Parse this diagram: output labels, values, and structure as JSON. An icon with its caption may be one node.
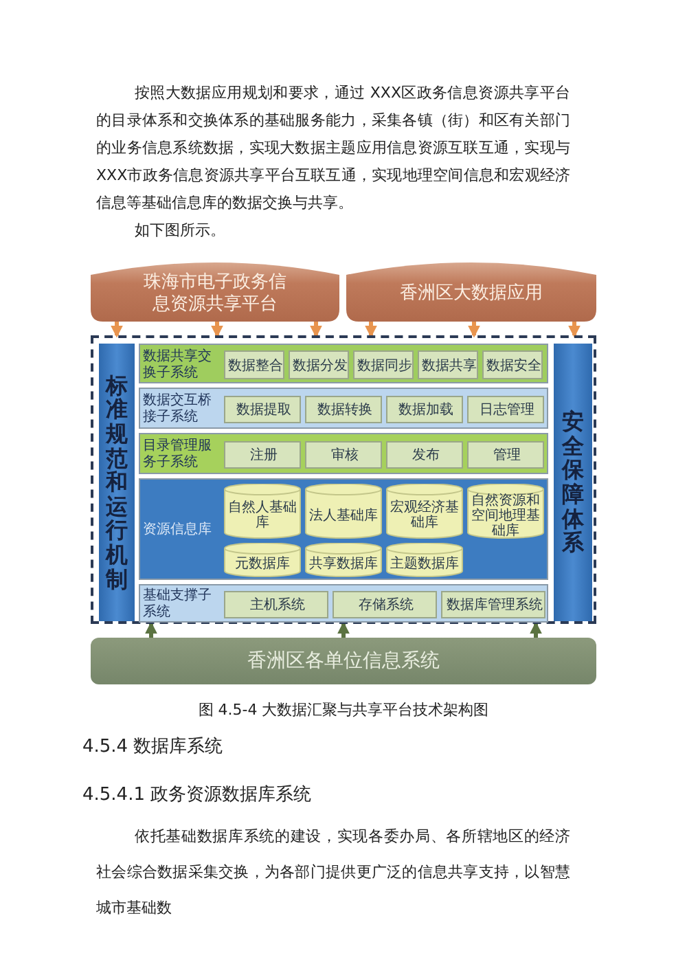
{
  "diagram": {
    "caption": "图 4.5-4 大数据汇聚与共享平台技术架构图",
    "nodes": [
      {
        "text": [
          "珠海市电子政务信息资源共享平台"
        ]
      },
      {
        "text": [
          "香洲区大数据应用"
        ]
      },
      {
        "text": [],
        "shape": "box"
      },
      {
        "text": [
          "标准规范和运行机制"
        ],
        "in": 2
      },
      {
        "text": [
          "数据共享交换子系统"
        ],
        "in": 2
      },
      {
        "text": [
          "数据整合"
        ],
        "in": 4
      },
      {
        "text": [
          "数据分发"
        ],
        "in": 4
      },
      {
        "text": [
          "数据同步"
        ],
        "in": 4
      },
      {
        "text": [
          "数据共享"
        ],
        "in": 4
      },
      {
        "text": [
          "数据安全"
        ],
        "in": 4
      },
      {
        "text": [
          "数据交互桥接子系统"
        ],
        "in": 2
      },
      {
        "text": [
          "数据提取"
        ],
        "in": 10
      },
      {
        "text": [
          "数据转换"
        ],
        "in": 10
      },
      {
        "text": [
          "数据加载"
        ],
        "in": 10
      },
      {
        "text": [
          "日志管理"
        ],
        "in": 10
      },
      {
        "text": [
          "目录管理服务子系统"
        ],
        "in": 2
      },
      {
        "text": [
          "注册"
        ],
        "in": 15
      },
      {
        "text": [
          "审核"
        ],
        "in": 15
      },
      {
        "text": [
          "发布"
        ],
        "in": 15
      },
      {
        "text": [
          "管理"
        ],
        "in": 15
      },
      {
        "text": [
          "资源信息库"
        ],
        "in": 2
      },
      {
        "text": [
          "自然人基础库"
        ],
        "in": 20
      },
      {
        "text": [
          "法人基础库"
        ],
        "in": 20
      },
      {
        "text": [
          "宏观经济基础库"
        ],
        "in": 20
      },
      {
        "text": [
          "自然资源和空间地理基础库"
        ],
        "in": 20
      },
      {
        "text": [
          "元数据库"
        ],
        "in": 20
      },
      {
        "text": [
          "共享数据库"
        ],
        "in": 20
      },
      {
        "text": [
          "主题数据库"
        ],
        "in": 20
      },
      {
        "text": [
          "基础支撑子系统"
        ],
        "in": 2
      },
      {
        "text": [
          "主机系统"
        ],
        "in": 28
      },
      {
        "text": [
          "存储系统"
        ],
        "in": 28
      },
      {
        "text": [
          "数据库管理系统"
        ],
        "in": 28
      },
      {
        "text": [
          "安全保障体系"
        ],
        "in": 2
      },
      {
        "text": [
          "香洲区各单位信息系统"
        ]
      }
    ],
    "edges": [
      {
        "from": 0,
        "to": 2,
        "arrow": "to"
      },
      {
        "from": 0,
        "to": 2,
        "arrow": "to"
      },
      {
        "from": 0,
        "to": 2,
        "arrow": "to"
      },
      {
        "from": 1,
        "to": 2,
        "arrow": "to"
      },
      {
        "from": 1,
        "to": 2,
        "arrow": "to"
      },
      {
        "from": 1,
        "to": 2,
        "arrow": "to"
      },
      {
        "from": 33,
        "to": 2,
        "arrow": "to",
        "color": "#5b7341"
      },
      {
        "from": 33,
        "to": 2,
        "arrow": "to",
        "color": "#5b7341"
      },
      {
        "from": 33,
        "to": 2,
        "arrow": "to",
        "color": "#5b7341"
      }
    ],
    "labels": [
      "按照大数据应用规划和要求，通过 XXX区政务信息资源共享平台的目录体系和交换体系的基础服务能力，采集各镇（街）和区有关部门的业务信息系统数据，实现大数据主题应用信息资源互联互通，实现与 XXX市政务信息资源共享平台互联互通，实现地理空间信息和宏观经济信息等基础信息库的数据交换与共享。",
      "如下图所示。",
      "4.5.4 数据库系统",
      "4.5.4.1 政务资源数据库系统",
      "依托基础数据库系统的建设，实现各委办局、各所辖地区的经济社会综合数据采集交换，为各部门提供更广泛的信息共享支持，以智慧城市基础数"
    ]
  }
}
